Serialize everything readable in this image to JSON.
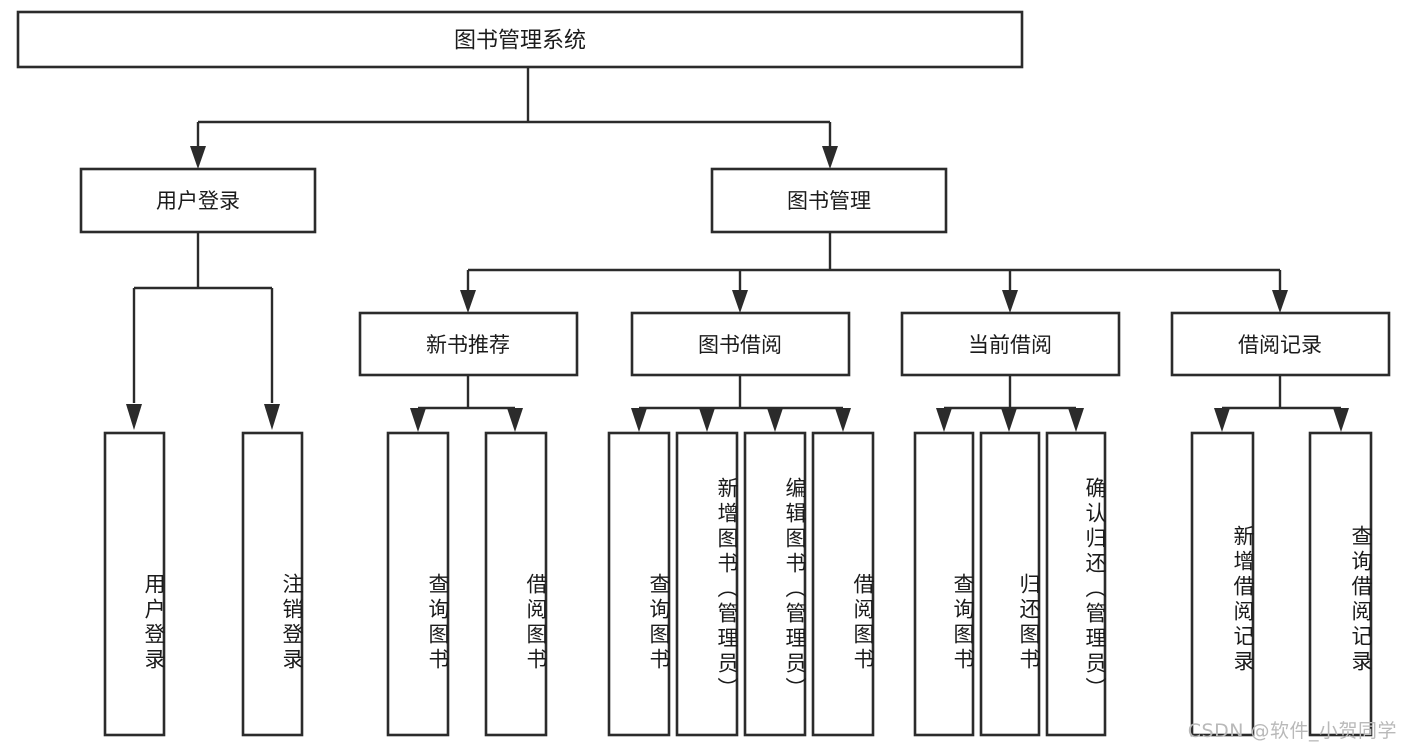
{
  "diagram": {
    "title": "图书管理系统",
    "type": "hierarchy-tree",
    "orientation": "top-down",
    "colors": {
      "box_stroke": "#2b2b2b",
      "box_fill": "#ffffff",
      "text": "#1b1b1b",
      "background": "#ffffff",
      "watermark": "#b9b9b9"
    },
    "root": {
      "label": "图书管理系统",
      "children": [
        {
          "label": "用户登录",
          "children": [
            {
              "label": "用户登录"
            },
            {
              "label": "注销登录"
            }
          ]
        },
        {
          "label": "图书管理",
          "children": [
            {
              "label": "新书推荐",
              "children": [
                {
                  "label": "查询图书"
                },
                {
                  "label": "借阅图书"
                }
              ]
            },
            {
              "label": "图书借阅",
              "children": [
                {
                  "label": "查询图书"
                },
                {
                  "label": "新增图书（管理员）"
                },
                {
                  "label": "编辑图书（管理员）"
                },
                {
                  "label": "借阅图书"
                }
              ]
            },
            {
              "label": "当前借阅",
              "children": [
                {
                  "label": "查询图书"
                },
                {
                  "label": "归还图书"
                },
                {
                  "label": "确认归还（管理员）"
                }
              ]
            },
            {
              "label": "借阅记录",
              "children": [
                {
                  "label": "新增借阅记录"
                },
                {
                  "label": "查询借阅记录"
                }
              ]
            }
          ]
        }
      ]
    },
    "labels": {
      "root": "图书管理系统",
      "l2_user_login": "用户登录",
      "l2_book_manage": "图书管理",
      "l3_new_book": "新书推荐",
      "l3_borrow": "图书借阅",
      "l3_current": "当前借阅",
      "l3_record": "借阅记录",
      "leaf_user_login": "用户登录",
      "leaf_logout": "注销登录",
      "leaf_query_book_a": "查询图书",
      "leaf_borrow_book_a": "借阅图书",
      "leaf_query_book_b": "查询图书",
      "leaf_add_book": "新增图书（管理员）",
      "leaf_edit_book": "编辑图书（管理员）",
      "leaf_borrow_book_b": "借阅图书",
      "leaf_query_book_c": "查询图书",
      "leaf_return_book": "归还图书",
      "leaf_confirm_return": "确认归还（管理员）",
      "leaf_add_record": "新增借阅记录",
      "leaf_query_record": "查询借阅记录"
    }
  },
  "watermark": {
    "text": "CSDN @软件_小贺同学"
  }
}
